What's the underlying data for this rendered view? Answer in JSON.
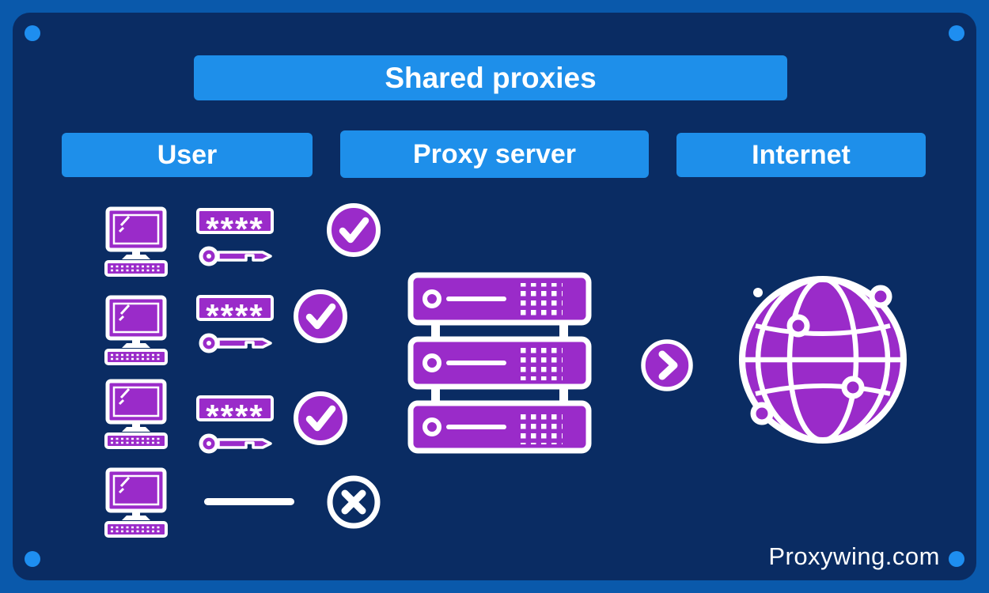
{
  "title": "Shared proxies",
  "columns": [
    {
      "id": "user",
      "label": "User"
    },
    {
      "id": "proxy-server",
      "label": "Proxy server"
    },
    {
      "id": "internet",
      "label": "Internet"
    }
  ],
  "rows": [
    {
      "device": "computer",
      "credentials": "password-and-key",
      "password_mask": "****",
      "status": "accepted"
    },
    {
      "device": "computer",
      "credentials": "password-and-key",
      "password_mask": "****",
      "status": "accepted"
    },
    {
      "device": "computer",
      "credentials": "password-and-key",
      "password_mask": "****",
      "status": "accepted"
    },
    {
      "device": "computer",
      "credentials": "none",
      "status": "rejected"
    }
  ],
  "footer": {
    "brand": "Proxywing.com"
  },
  "icons": {
    "computer": "computer-icon",
    "password": "password-field-icon",
    "key": "key-icon",
    "accepted": "check-circle-icon",
    "rejected": "cross-circle-icon",
    "proxy": "server-stack-icon",
    "flow": "arrow-right-circle-icon",
    "internet": "globe-icon"
  },
  "colors": {
    "frame": "#0a59ab",
    "panel": "#0a2c63",
    "banner": "#1e8fea",
    "purple": "#9a2bc9",
    "dot": "#1e8ef0",
    "white": "#ffffff"
  }
}
